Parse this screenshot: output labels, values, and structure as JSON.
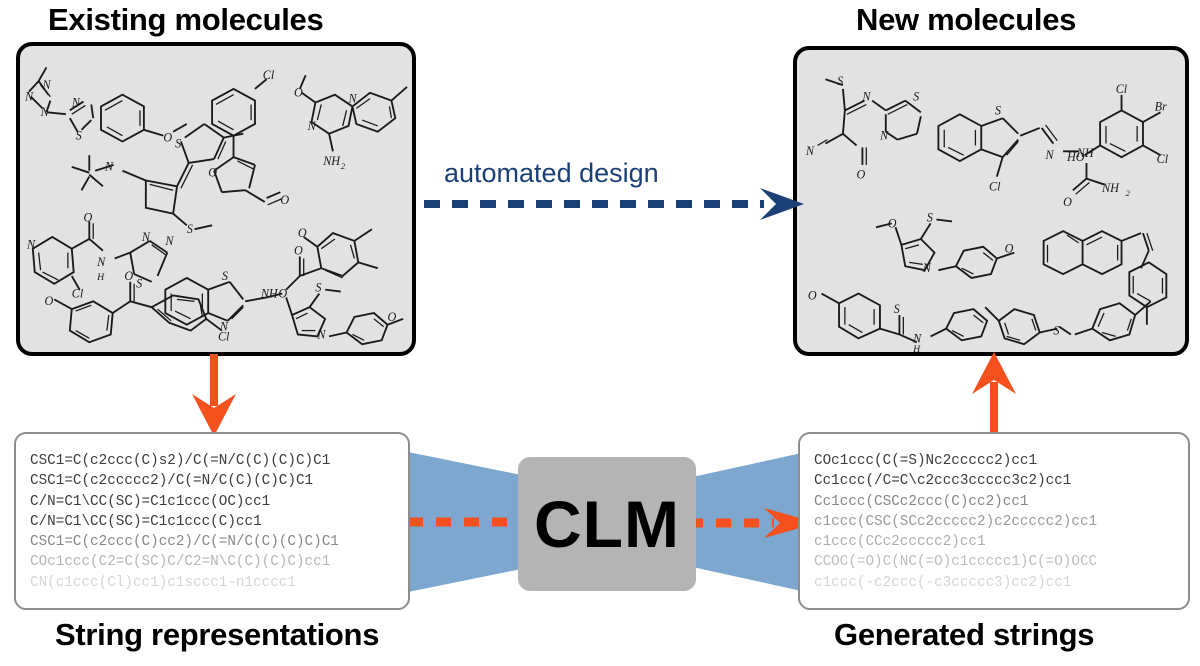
{
  "figure": {
    "titles": {
      "existing_molecules": "Existing molecules",
      "new_molecules": "New molecules"
    },
    "bottom_labels": {
      "string_representations": "String representations",
      "generated_strings": "Generated strings"
    },
    "automated_design": {
      "label": "automated design",
      "arrow_style": "dashed",
      "color": "#1b4076",
      "direction": "left-to-right"
    },
    "model": {
      "label": "CLM",
      "box_color": "#b4b4b4",
      "funnel_color": "#7da7ce",
      "flow_arrow_color": "#f4511e",
      "flow_arrow_style": "dashed"
    },
    "vertical_arrows": {
      "color": "#f4511e",
      "left_direction": "down",
      "right_direction": "up"
    },
    "panel_colors": {
      "panel_fill": "#e2e2e2",
      "panel_border": "#000000",
      "string_box_border": "#8d8d8d",
      "string_box_fill": "#ffffff"
    }
  },
  "string_representations": {
    "lines": [
      {
        "text": "CSC1=C(c2ccc(C)s2)/C(=N/C(C)(C)C)C1",
        "opacity": 1.0
      },
      {
        "text": "CSC1=C(c2ccccc2)/C(=N/C(C)(C)C)C1",
        "opacity": 1.0
      },
      {
        "text": "C/N=C1\\CC(SC)=C1c1ccc(OC)cc1",
        "opacity": 1.0
      },
      {
        "text": "C/N=C1\\CC(SC)=C1c1ccc(C)cc1",
        "opacity": 1.0
      },
      {
        "text": "CSC1=C(c2ccc(C)cc2)/C(=N/C(C)(C)C)C1",
        "opacity": 0.62
      },
      {
        "text": "COc1ccc(C2=C(SC)C/C2=N\\C(C)(C)C)cc1",
        "opacity": 0.38
      },
      {
        "text": "CN(c1ccc(Cl)cc1)c1sccc1-n1cccc1",
        "opacity": 0.22
      }
    ]
  },
  "generated_strings": {
    "lines": [
      {
        "text": "COc1ccc(C(=S)Nc2ccccc2)cc1",
        "opacity": 1.0
      },
      {
        "text": "Cc1ccc(/C=C\\c2ccc3ccccc3c2)cc1",
        "opacity": 1.0
      },
      {
        "text": "Cc1ccc(CSCc2ccc(C)cc2)cc1",
        "opacity": 0.62
      },
      {
        "text": "c1ccc(CSC(SCc2ccccc2)c2ccccc2)cc1",
        "opacity": 0.52
      },
      {
        "text": "c1ccc(CCc2ccccc2)cc1",
        "opacity": 0.42
      },
      {
        "text": "CCOC(=O)C(NC(=O)c1ccccc1)C(=O)OCC",
        "opacity": 0.34
      },
      {
        "text": "c1ccc(-c2ccc(-c3ccccc3)cc2)cc1",
        "opacity": 0.22
      }
    ]
  },
  "existing_molecules_panel": {
    "description": "Grid of eight hand-drawn 2D chemical structures on a grey field",
    "atom_labels": [
      "N",
      "N",
      "N",
      "N",
      "S",
      "O",
      "S",
      "S",
      "N",
      "S",
      "Cl",
      "O",
      "O",
      "NH2",
      "O",
      "N",
      "H",
      "S",
      "Cl",
      "S",
      "N",
      "NH",
      "O",
      "O",
      "O",
      "O",
      "N",
      "S",
      "O",
      "O",
      "Cl"
    ]
  },
  "new_molecules_panel": {
    "description": "Grid of seven hand-drawn 2D chemical structures on a grey field",
    "atom_labels": [
      "S",
      "N",
      "S",
      "N",
      "N",
      "O",
      "S",
      "Cl",
      "N",
      "NH",
      "O",
      "NH2",
      "Cl",
      "Br",
      "HO",
      "Cl",
      "O",
      "S",
      "N",
      "O",
      "S",
      "N",
      "H",
      "O",
      "S"
    ]
  }
}
